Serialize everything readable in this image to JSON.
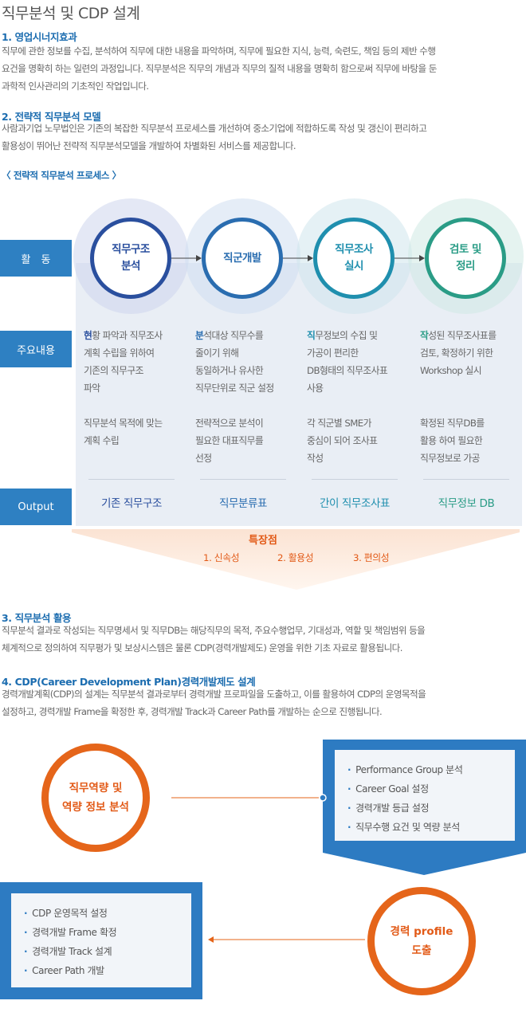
{
  "page_title": "직무분석 및 CDP 설계",
  "section1": {
    "title": "1. 영업시너지효과",
    "lines": [
      "직무에 관한 정보를 수집, 분석하여 직무에 대한 내용을 파악하며, 직무에 필요한 지식, 능력, 숙련도, 책임 등의 제반 수행",
      "요건을 명확히 하는 일련의 과정입니다. 직무분석은 직무의 개념과 직무의 질적 내용을 명확히 함으로써 직무에 바탕을 둔",
      "과학적 인사관리의 기초적인 작업입니다."
    ]
  },
  "section2": {
    "title": "2. 전략적 직무분석 모델",
    "lines": [
      "사람과기업 노무법인은 기존의 복잡한 직무분석 프로세스를 개선하여 중소기업에 적합하도록 작성 및 갱신이 편리하고",
      "활용성이 뛰어난 전략적 직무분석모델을 개발하여 차별화된 서비스를 제공합니다."
    ]
  },
  "process": {
    "title": "〈 전략적 직무분석 프로세스 〉",
    "row_labels": {
      "activity": "활　동",
      "content": "주요내용",
      "output": "Output"
    },
    "columns": [
      {
        "step_line1": "직무구조",
        "step_line2": "분석",
        "para1_first": "현",
        "para1": [
          "황 파악과 직무조사",
          "계획 수립을 위하여",
          "기존의 직무구조",
          "파악"
        ],
        "para2": [
          "직무분석 목적에 맞는",
          "계획 수립"
        ],
        "output": "기존 직무구조",
        "color": "#2a4f9e"
      },
      {
        "step_line1": "직군개발",
        "step_line2": "",
        "para1_first": "분",
        "para1": [
          "석대상 직무수를",
          "줄이기 위해",
          "동일하거나 유사한",
          "직무단위로 직군 설정"
        ],
        "para2": [
          "전략적으로 분석이",
          "필요한 대표직무를",
          "선정"
        ],
        "output": "직무분류표",
        "color": "#2a6db0"
      },
      {
        "step_line1": "직무조사",
        "step_line2": "실시",
        "para1_first": "직",
        "para1": [
          "무정보의 수집 및",
          "가공이 편리한",
          "DB형태의 직무조사표",
          "사용"
        ],
        "para2": [
          "각 직군별 SME가",
          "중심이 되어 조사표",
          "작성"
        ],
        "output": "간이 직무조사표",
        "color": "#1f8fae"
      },
      {
        "step_line1": "검토 및",
        "step_line2": "정리",
        "para1_first": "작",
        "para1": [
          "성된 직무조사표를",
          "검토, 확정하기 위한",
          "Workshop 실시"
        ],
        "para2": [
          "확정된 직무DB를",
          "활용 하여 필요한",
          "직무정보로 가공"
        ],
        "output": "직무정보 DB",
        "color": "#2a9c86"
      }
    ],
    "features_title": "특장점",
    "features": [
      "1. 신속성",
      "2. 활용성",
      "3. 편의성"
    ]
  },
  "section3": {
    "title": "3. 직무분석 활용",
    "lines": [
      "직무분석 결과로 작성되는 직무명세서 및 직무DB는 해당직무의 목적, 주요수행업무, 기대성과, 역할 및 책임범위 등을",
      "체계적으로 정의하여 직무평가 및 보상시스템은 물론 CDP(경력개발제도) 운영을 위한 기초 자료로 활용됩니다."
    ]
  },
  "section4": {
    "title": "4. CDP(Career Development Plan)경력개발제도 설계",
    "lines": [
      "경력개발계획(CDP)의 설계는 직무분석 결과로부터 경력개발 프로파일을 도출하고, 이를 활용하여 CDP의 운영목적을",
      "설정하고, 경력개발 Frame을 확정한 후, 경력개발 Track과 Career Path를 개발하는 순으로 진행됩니다."
    ]
  },
  "cdp": {
    "circle1": [
      "직무역량 및",
      "역량 정보 분석"
    ],
    "list1": [
      "Performance Group 분석",
      "Career Goal 설정",
      "경력개발 등급 설정",
      "직무수행 요건 및 역량 분석"
    ],
    "circle2": [
      "경력 profile",
      "도출"
    ],
    "list2": [
      "CDP 운영목적 설정",
      "경력개발 Frame 확정",
      "경력개발 Track 설계",
      "Career Path 개발"
    ],
    "colors": {
      "orange": "#e5651a",
      "blue": "#2d7bc2"
    }
  }
}
